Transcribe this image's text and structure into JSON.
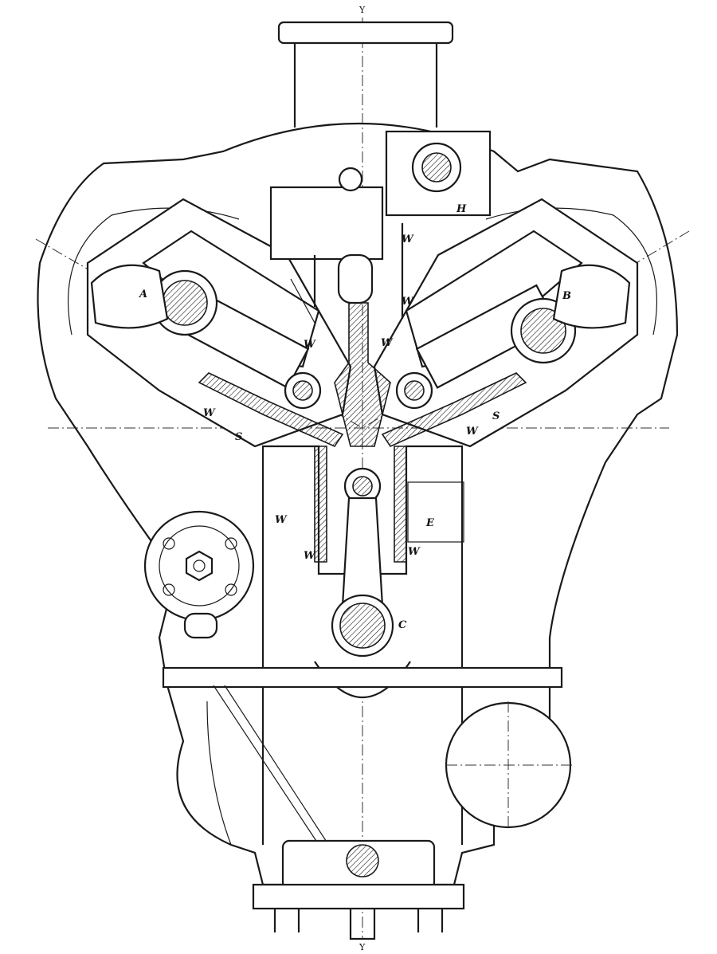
{
  "diagram": {
    "axis_labels": {
      "top": "Y",
      "bottom": "Y"
    },
    "labels": {
      "A": "A",
      "B": "B",
      "C": "C",
      "H": "H",
      "E": "E",
      "S": "S",
      "W": "W"
    },
    "colors": {
      "ink": "#1a1a1a",
      "paper": "#ffffff"
    }
  }
}
